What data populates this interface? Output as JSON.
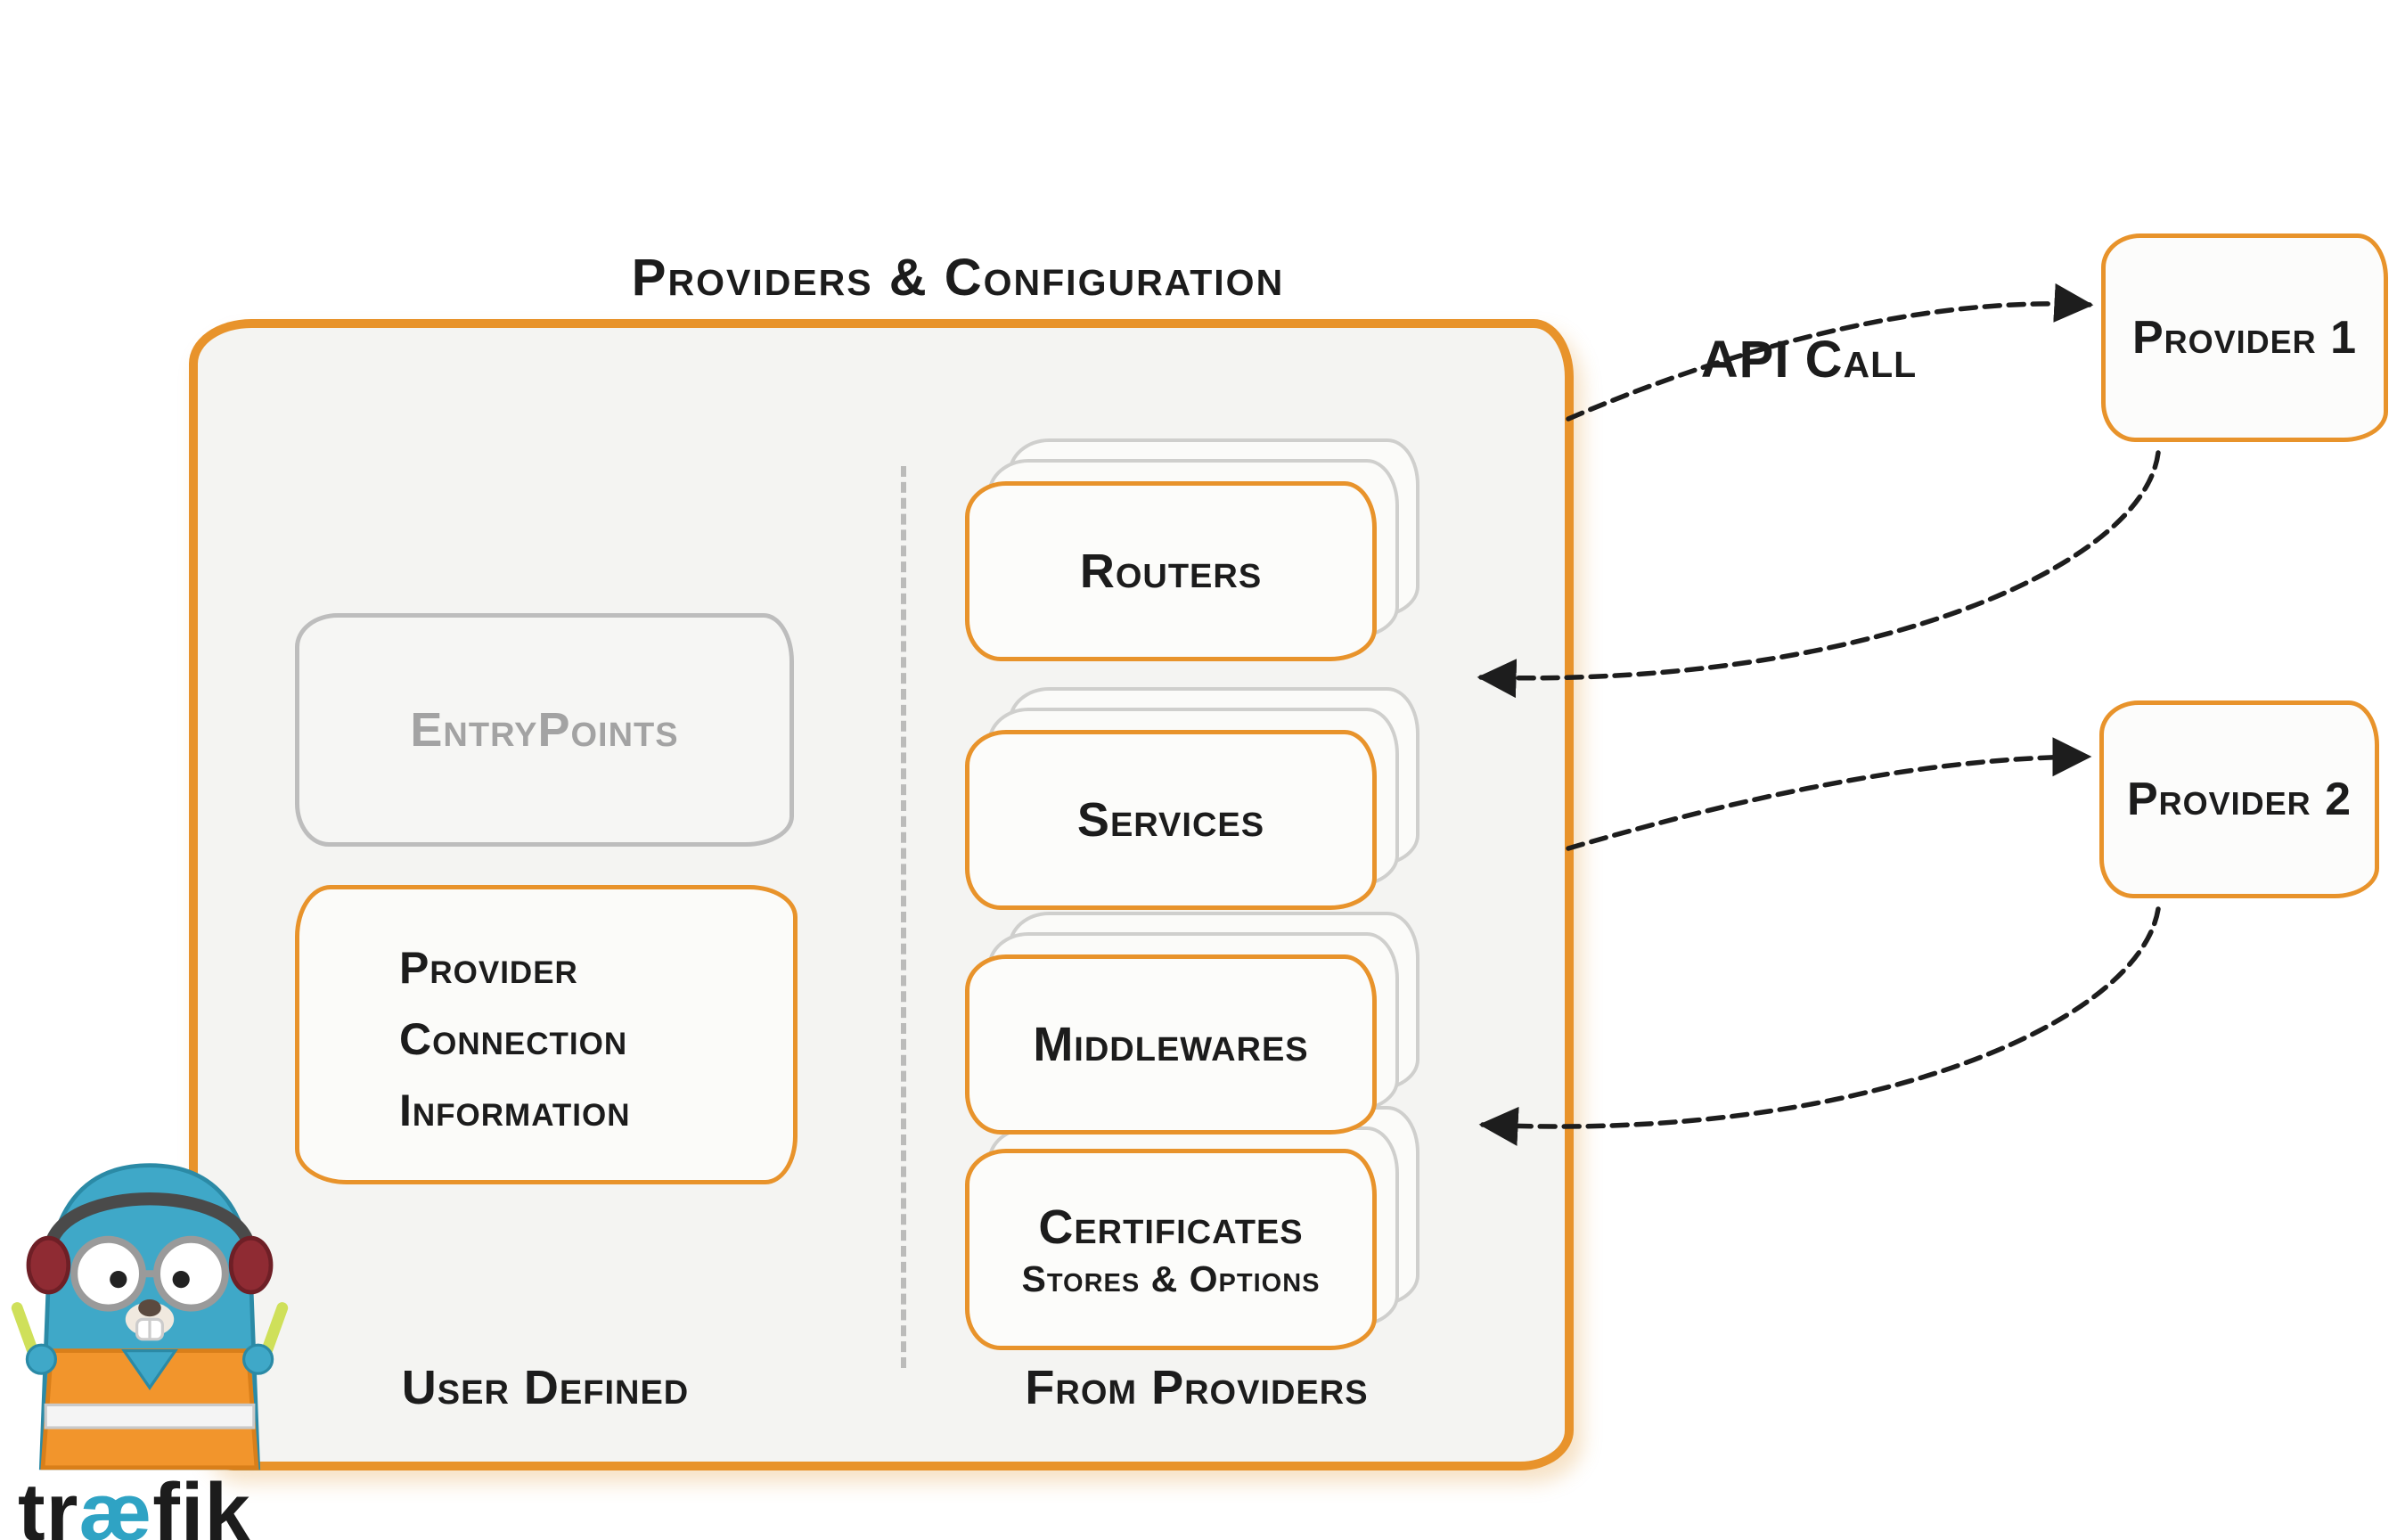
{
  "title": "Providers & Configuration",
  "diagram": {
    "api_call_label": "API Call",
    "providers": [
      {
        "label": "Provider 1"
      },
      {
        "label": "Provider 2"
      }
    ],
    "config_box": {
      "user_defined": {
        "entrypoints": "EntryPoints",
        "provider_connection_lines": [
          "Provider",
          "Connection",
          "Information"
        ],
        "section_label": "User Defined"
      },
      "from_providers": {
        "stacks": [
          "Routers",
          "Services",
          "Middlewares"
        ],
        "certificates": {
          "title": "Certificates",
          "subtitle": "Stores & Options"
        },
        "section_label": "From Providers"
      }
    }
  },
  "logo": {
    "pre": "tr",
    "ligature": "æ",
    "post": "fik"
  },
  "colors": {
    "orange": "#e8932b",
    "teal": "#2fa3c4",
    "ink": "#1c1c1c",
    "gray_border": "#bdbdbd",
    "box_fill": "#f4f4f2"
  }
}
